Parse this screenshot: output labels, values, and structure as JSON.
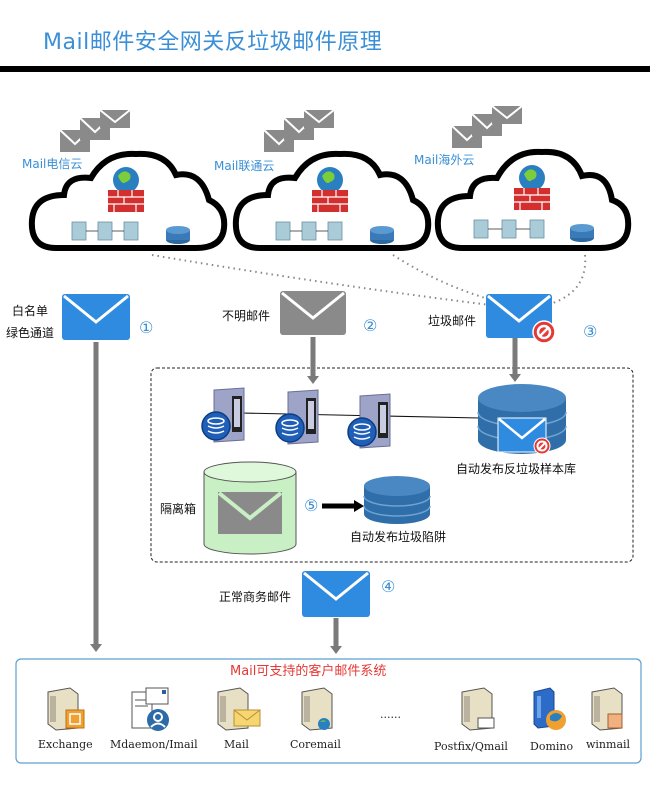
{
  "title": "Mail邮件安全网关反垃圾邮件原理",
  "clouds": [
    {
      "label": "Mail电信云"
    },
    {
      "label": "Mail联通云"
    },
    {
      "label": "Mail海外云"
    }
  ],
  "flows": {
    "whitelist": {
      "line1": "白名单",
      "line2": "绿色通道",
      "number": "①"
    },
    "unknown": {
      "label": "不明邮件",
      "number": "②"
    },
    "spam": {
      "label": "垃圾邮件",
      "number": "③"
    },
    "normal": {
      "label": "正常商务邮件",
      "number": "④"
    },
    "trap": {
      "number": "⑤"
    }
  },
  "processing": {
    "sample_db_label": "自动发布反垃圾样本库",
    "quarantine_label": "隔离箱",
    "trap_label": "自动发布垃圾陷阱"
  },
  "systems": {
    "title": "Mail可支持的客户邮件系统",
    "ellipsis": "......",
    "items": [
      {
        "label": "Exchange",
        "icon": "exchange-server-icon"
      },
      {
        "label": "Mdaemon/Imail",
        "icon": "mdaemon-icon"
      },
      {
        "label": "Mail",
        "icon": "mail-server-icon"
      },
      {
        "label": "Coremail",
        "icon": "coremail-server-icon"
      },
      {
        "label": "Postfix/Qmail",
        "icon": "postfix-server-icon"
      },
      {
        "label": "Domino",
        "icon": "domino-server-icon"
      },
      {
        "label": "winmail",
        "icon": "winmail-server-icon"
      }
    ]
  },
  "colors": {
    "accent_blue": "#2e8be0",
    "title_blue": "#3a8fd6",
    "envelope_gray": "#8a8a8a",
    "firewall_red": "#d32f2f",
    "system_title_red": "#e53935",
    "quarantine_green": "#c9efc4"
  }
}
